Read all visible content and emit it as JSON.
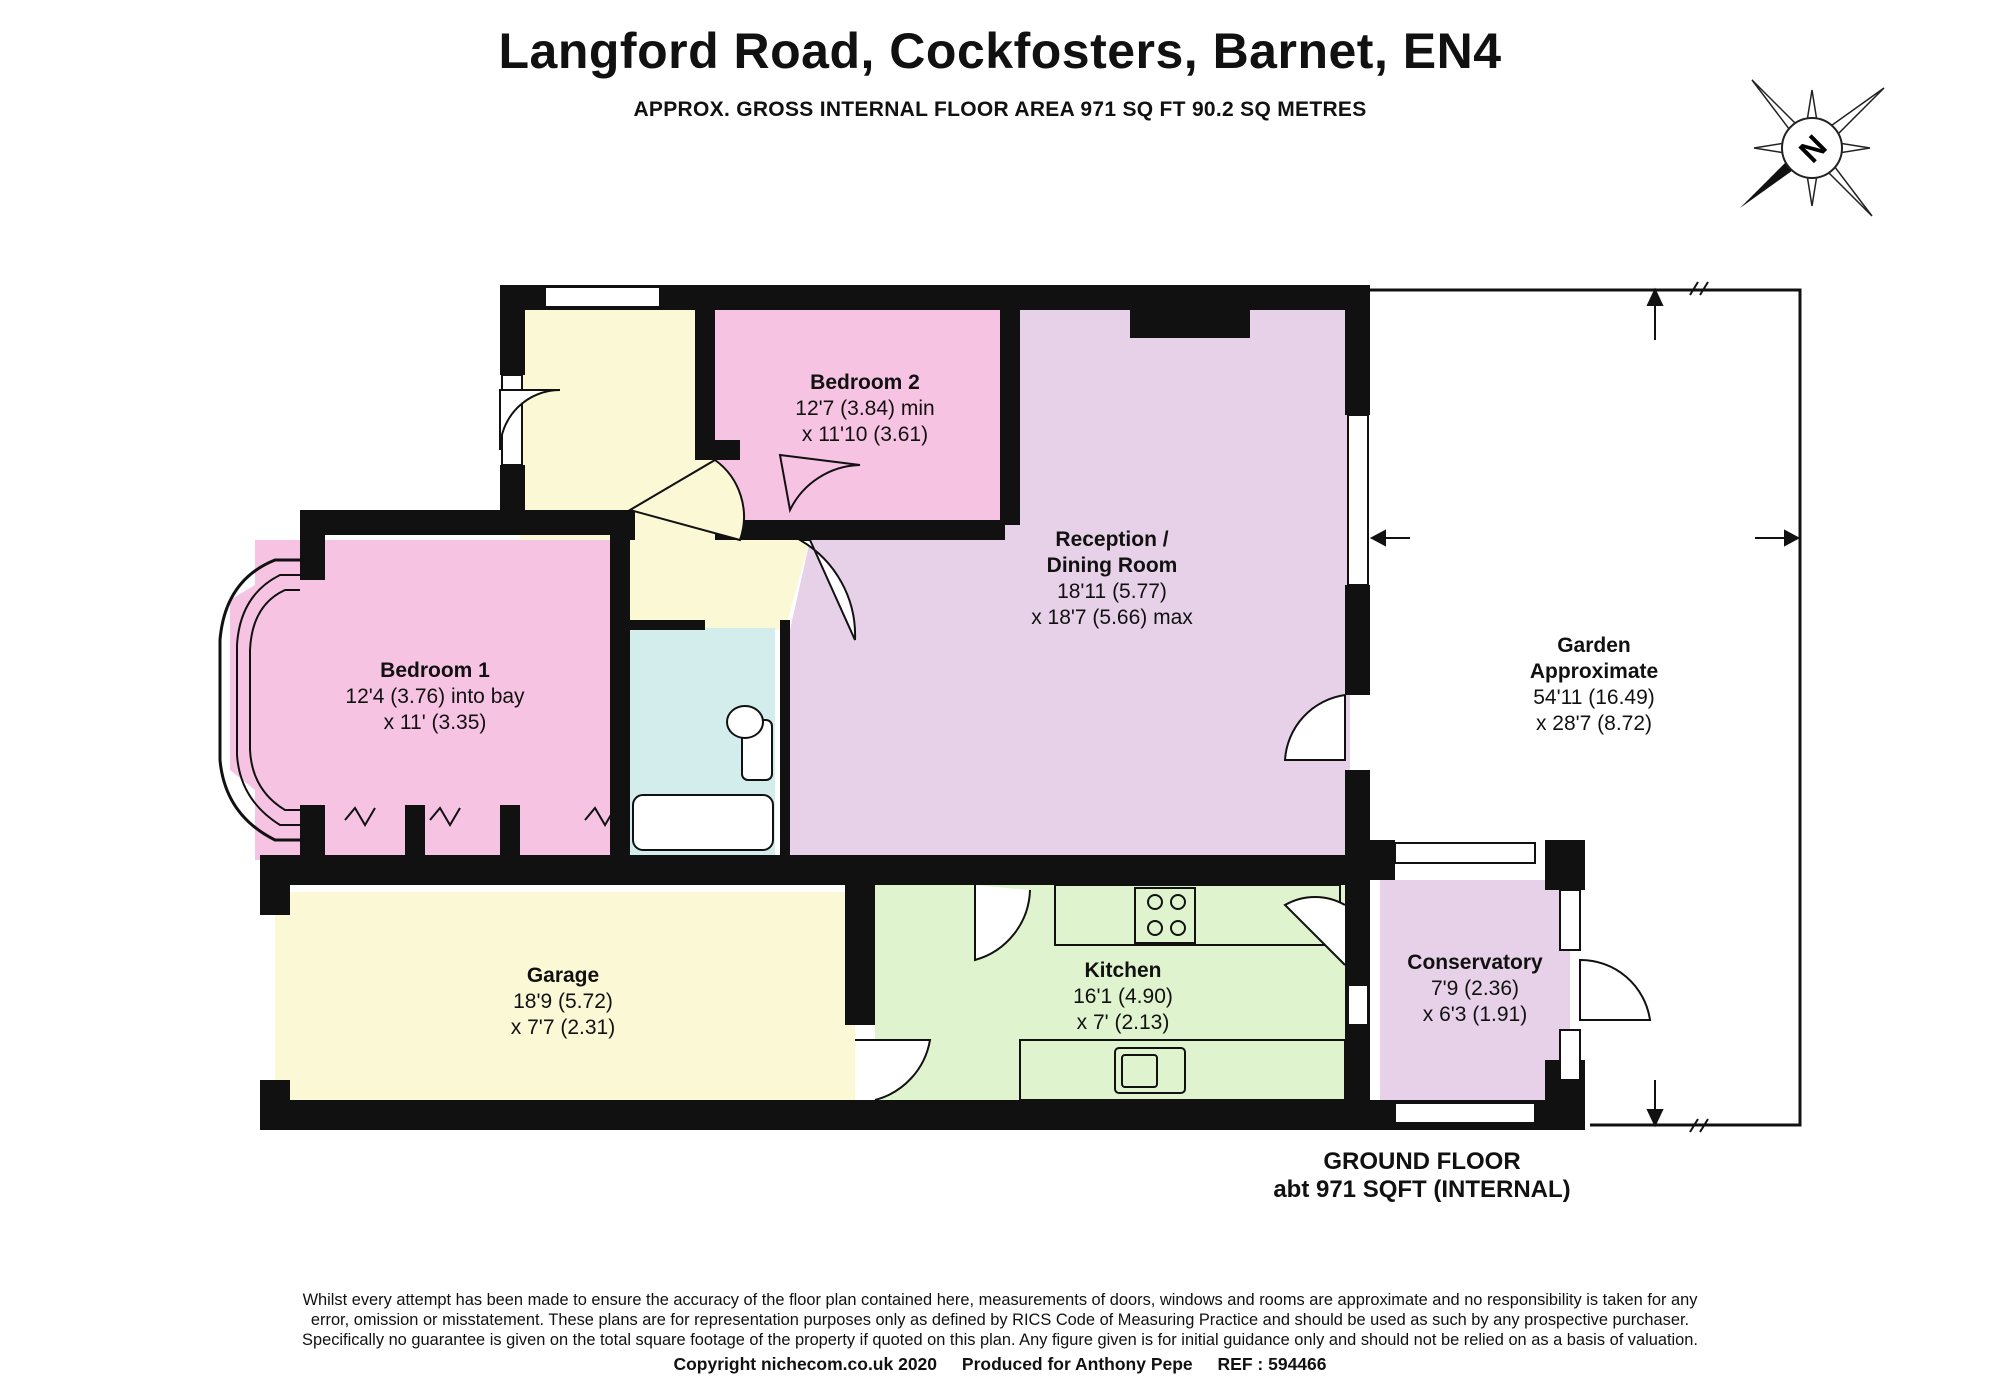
{
  "header": {
    "title": "Langford Road, Cockfosters, Barnet, EN4",
    "subtitle": "APPROX. GROSS INTERNAL FLOOR AREA 971 SQ FT 90.2 SQ METRES"
  },
  "compass": {
    "label": "N"
  },
  "rooms": {
    "bedroom2": {
      "name": "Bedroom 2",
      "dim1": "12'7 (3.84) min",
      "dim2": "x 11'10 (3.61)",
      "color": "#f7c3e2"
    },
    "reception": {
      "name1": "Reception /",
      "name2": "Dining Room",
      "dim1": "18'11 (5.77)",
      "dim2": "x 18'7 (5.66) max",
      "color": "#e7d1e9"
    },
    "bedroom1": {
      "name": "Bedroom 1",
      "dim1": "12'4 (3.76) into bay",
      "dim2": "x 11' (3.35)",
      "color": "#f7c3e2"
    },
    "garden": {
      "name1": "Garden",
      "name2": "Approximate",
      "dim1": "54'11 (16.49)",
      "dim2": "x 28'7 (8.72)"
    },
    "garage": {
      "name": "Garage",
      "dim1": "18'9 (5.72)",
      "dim2": "x 7'7 (2.31)",
      "color": "#fbf8d6"
    },
    "kitchen": {
      "name": "Kitchen",
      "dim1": "16'1 (4.90)",
      "dim2": "x 7' (2.13)",
      "color": "#dff3cf"
    },
    "conservatory": {
      "name": "Conservatory",
      "dim1": "7'9 (2.36)",
      "dim2": "x 6'3 (1.91)",
      "color": "#e7d1e9"
    },
    "hall": {
      "color": "#fbf8d6"
    },
    "bathroom": {
      "color": "#d3ecec"
    }
  },
  "floor": {
    "line1": "GROUND FLOOR",
    "line2": "abt 971 SQFT (INTERNAL)"
  },
  "disclaimer": [
    "Whilst every attempt has been made to ensure the accuracy of the floor plan contained here, measurements of doors, windows and rooms are approximate and no responsibility is taken for any",
    "error, omission or misstatement. These plans are for representation purposes only as defined by RICS Code of Measuring Practice and should be used as such by any prospective purchaser.",
    "Specifically no guarantee is given on the total square footage of the property if quoted on this plan. Any figure given is for initial guidance only and should not be relied on as a basis of valuation."
  ],
  "footer": {
    "copyright": "Copyright nichecom.co.uk 2020",
    "produced": "Produced for Anthony Pepe",
    "ref": "REF : 594466"
  }
}
